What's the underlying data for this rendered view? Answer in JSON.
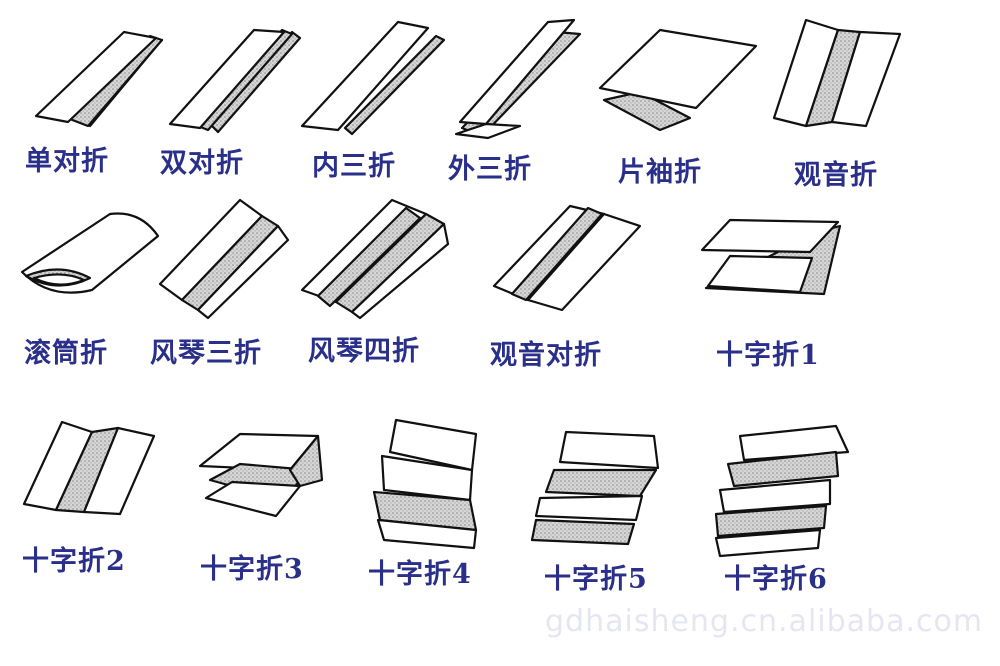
{
  "folds": [
    {
      "id": "single",
      "label": "单对折"
    },
    {
      "id": "double",
      "label": "双对折"
    },
    {
      "id": "inner-tri",
      "label": "内三折"
    },
    {
      "id": "outer-tri",
      "label": "外三折"
    },
    {
      "id": "sleeve",
      "label": "片袖折"
    },
    {
      "id": "gate",
      "label": "观音折"
    },
    {
      "id": "roll",
      "label": "滚筒折"
    },
    {
      "id": "accordion-3",
      "label": "风琴三折"
    },
    {
      "id": "accordion-4",
      "label": "风琴四折"
    },
    {
      "id": "gate-double",
      "label": "观音对折"
    },
    {
      "id": "cross-1",
      "label": "十字折1"
    },
    {
      "id": "cross-2",
      "label": "十字折2"
    },
    {
      "id": "cross-3",
      "label": "十字折3"
    },
    {
      "id": "cross-4",
      "label": "十字折4"
    },
    {
      "id": "cross-5",
      "label": "十字折5"
    },
    {
      "id": "cross-6",
      "label": "十字折6"
    }
  ],
  "watermark": "gdhaisheng.cn.alibaba.com",
  "colors": {
    "label": "#2a2f8a",
    "line": "#111111",
    "shade": "#c8c8c8"
  }
}
